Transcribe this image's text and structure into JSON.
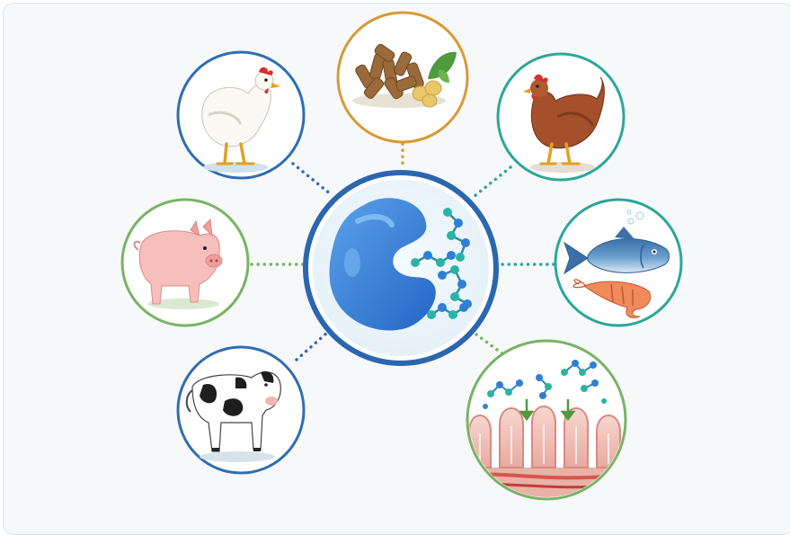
{
  "diagram": {
    "description_nodes": [
      {
        "id": "enzyme-center",
        "icon": "enzyme-icon",
        "ring": "#2f6db5"
      },
      {
        "id": "feed",
        "icon": "feed-pellets-icon",
        "ring": "#d89a35"
      },
      {
        "id": "broiler",
        "icon": "white-chicken-icon",
        "ring": "#2f6db5"
      },
      {
        "id": "layer",
        "icon": "brown-hen-icon",
        "ring": "#2aa79b"
      },
      {
        "id": "pig",
        "icon": "pig-icon",
        "ring": "#79b366"
      },
      {
        "id": "aqua",
        "icon": "fish-shrimp-icon",
        "ring": "#2aa79b"
      },
      {
        "id": "calf",
        "icon": "calf-icon",
        "ring": "#2f6db5"
      },
      {
        "id": "gut",
        "icon": "intestine-absorption-icon",
        "ring": "#79b366"
      }
    ],
    "colors": {
      "enzyme_blue": "#2f7fd6",
      "peptide_teal": "#2bb3a6",
      "peptide_blue": "#2f7fd6",
      "connector": "#2f6db5"
    }
  }
}
